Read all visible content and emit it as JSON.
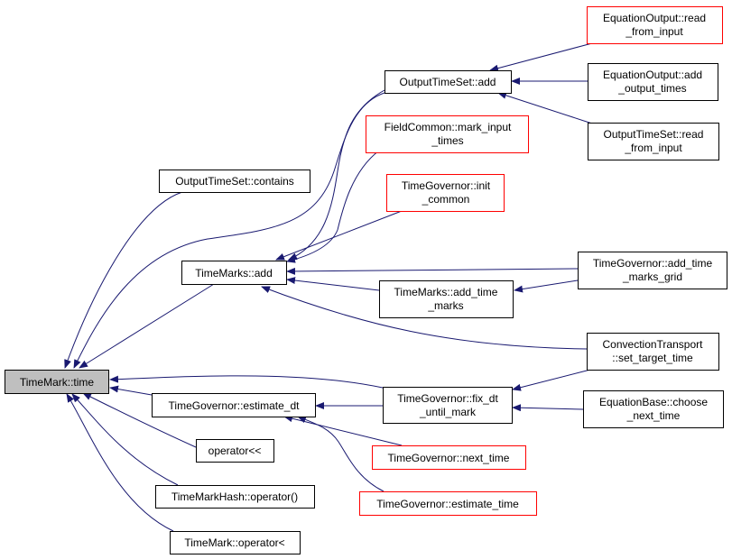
{
  "graph": {
    "root": "TimeMark::time",
    "nodes": {
      "timemark_time": [
        "TimeMark::time"
      ],
      "outputtimeset_contains": [
        "OutputTimeSet::contains"
      ],
      "timemarks_add": [
        "TimeMarks::add"
      ],
      "estimate_dt": [
        "TimeGovernor::estimate_dt"
      ],
      "operator_ll": [
        "operator<<"
      ],
      "timemarkhash_op": [
        "TimeMarkHash::operator()"
      ],
      "timemark_op_lt": [
        "TimeMark::operator<"
      ],
      "outputtimeset_add": [
        "OutputTimeSet::add"
      ],
      "fieldcommon_mark": [
        "FieldCommon::mark_input",
        "_times"
      ],
      "init_common": [
        "TimeGovernor::init",
        "_common"
      ],
      "add_time_marks": [
        "TimeMarks::add_time",
        "_marks"
      ],
      "fix_dt": [
        "TimeGovernor::fix_dt",
        "_until_mark"
      ],
      "next_time": [
        "TimeGovernor::next_time"
      ],
      "estimate_time": [
        "TimeGovernor::estimate_time"
      ],
      "eqout_read": [
        "EquationOutput::read",
        "_from_input"
      ],
      "eqout_add": [
        "EquationOutput::add",
        "_output_times"
      ],
      "ots_read": [
        "OutputTimeSet::read",
        "_from_input"
      ],
      "add_grid": [
        "TimeGovernor::add_time",
        "_marks_grid"
      ],
      "convection": [
        "ConvectionTransport",
        "::set_target_time"
      ],
      "choose_next": [
        "EquationBase::choose",
        "_next_time"
      ]
    },
    "colors": {
      "edge": "#191970",
      "root_fill": "#bfbfbf",
      "undocumented_border": "#ff0000",
      "border": "#000000"
    }
  }
}
